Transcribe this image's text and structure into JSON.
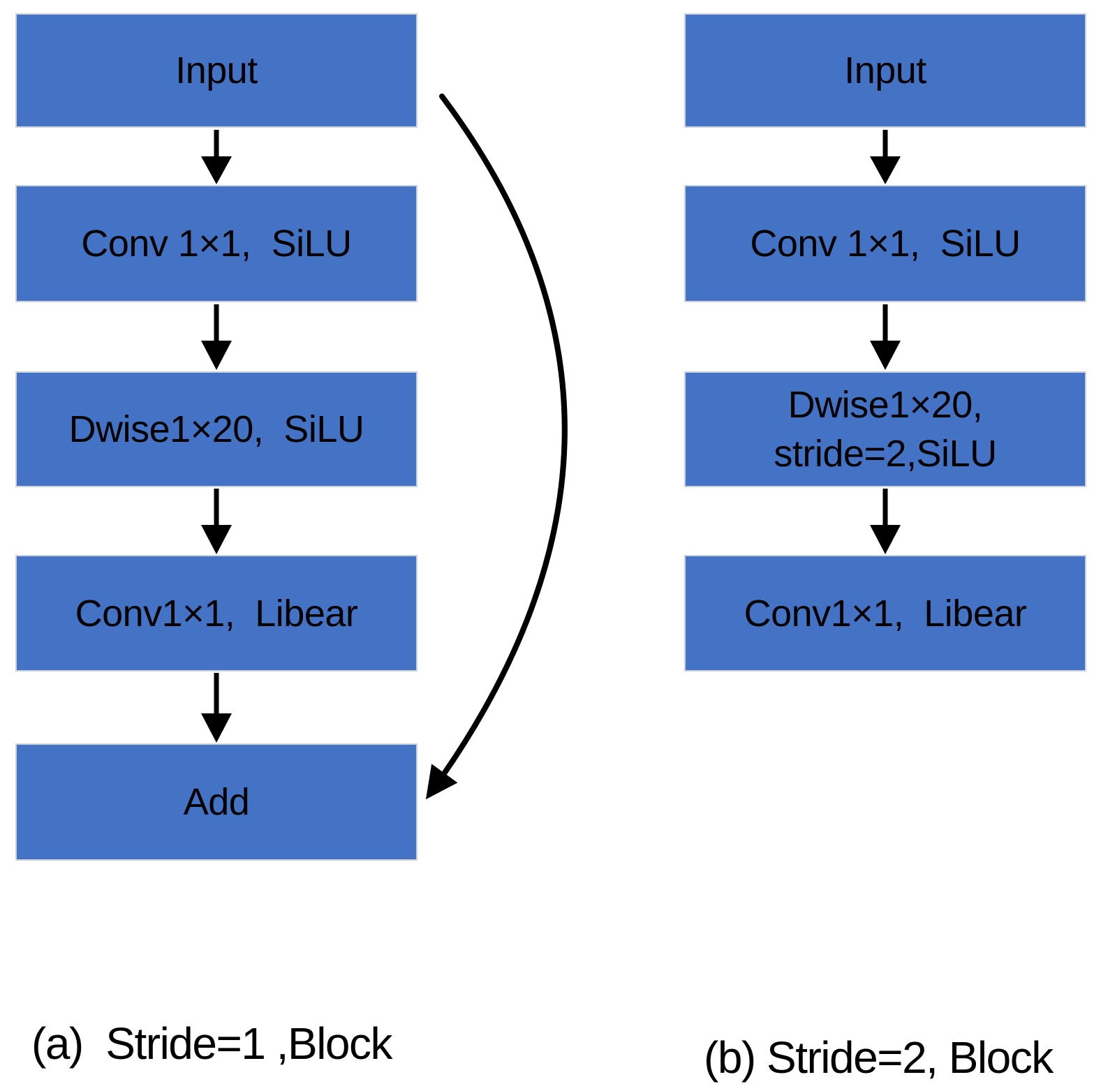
{
  "diagram_a": {
    "caption": "(a)  Stride=1 ,Block",
    "nodes": {
      "input": "Input",
      "conv_expand": "Conv 1×1,  SiLU",
      "dwise": "Dwise1×20,  SiLU",
      "conv_project": "Conv1×1,  Libear",
      "add": "Add"
    }
  },
  "diagram_b": {
    "caption": "(b) Stride=2, Block",
    "nodes": {
      "input": "Input",
      "conv_expand": "Conv 1×1,  SiLU",
      "dwise_line1": "Dwise1×20,",
      "dwise_line2": "stride=2,SiLU",
      "conv_project": "Conv1×1,  Libear"
    }
  },
  "colors": {
    "block_fill": "#4472C4",
    "block_border": "#CBD2DC",
    "arrow": "#000000",
    "text": "#000000"
  }
}
